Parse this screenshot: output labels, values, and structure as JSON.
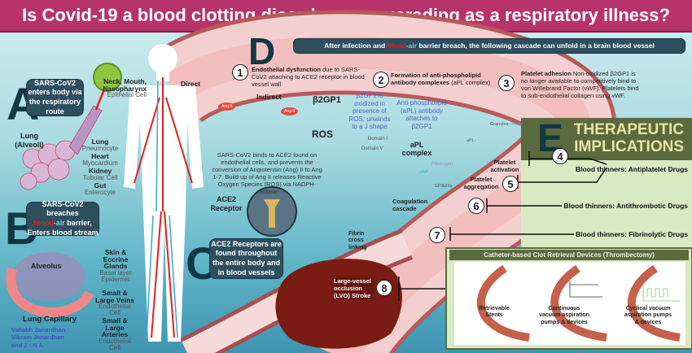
{
  "title": "Is Covid-19 a blood clotting disorder masquerading as a respiratory illness?",
  "panels": {
    "A": {
      "letter": "A",
      "text": "SARS-CoV2 enters body via the respiratory route",
      "lung_label": "Lung (Alveoli)"
    },
    "B": {
      "letter": "B",
      "text_1": "SARS-CoV2 breaches",
      "text_blood": "blood",
      "text_air": "-air",
      "text_2": " barrier,",
      "text_3": "Enters blood stream",
      "alveolus": "Alveolus",
      "capillary": "Lung Capillary"
    },
    "C": {
      "letter": "C",
      "text": "ACE2 Receptors are found throughout the entire body and in blood vessels",
      "receptor_label": "ACE2 Receptor",
      "binding_text": "SARS-CoV2 binds to ACE2 found on endothelial cells, and prevents the conversion of Angiotensin (Ang) II to Ang 1-7. Build up of Ang II releases Reactive Oxygen Species (ROS) via NADPH-oxidase"
    },
    "D": {
      "letter": "D",
      "header_1": "After infection and ",
      "header_blood": "blood",
      "header_air": "-air",
      "header_2": " barrier breach, the following cascade can unfold in a brain blood vessel"
    },
    "E": {
      "letter": "E",
      "title_1": "THERAPEUTIC",
      "title_2": "IMPLICATIONS"
    }
  },
  "body_sites": [
    {
      "name": "Neck, Mouth, Nasopharynx",
      "cell": "Epithelial Cell"
    },
    {
      "name": "Lung",
      "cell": "Pneumocyte"
    },
    {
      "name": "Heart",
      "cell": "Myocardium"
    },
    {
      "name": "Kidney",
      "cell": "Tubular Cell"
    },
    {
      "name": "Gut",
      "cell": "Enterocyte"
    },
    {
      "name": "Skin & Eccrine Glands",
      "cell": "Basal layer Epidermis"
    },
    {
      "name": "Small & Large Veins",
      "cell": "Endothelial Cell"
    },
    {
      "name": "Small & Large Arteries",
      "cell": "Endothelial Cell"
    }
  ],
  "authors": [
    "Vallabh Janardhan",
    "Vikram Janardhan",
    "and",
    "ZINA"
  ],
  "steps": [
    {
      "n": "1",
      "bold": "Endothelial dysfunction",
      "text": " due to SARS-CoV2 attaching to ACE2 receptor in blood vessel wall"
    },
    {
      "n": "2",
      "bold": "Formation of anti-phospholipid antibody complexes",
      "text": " (aPL complex)"
    },
    {
      "n": "3",
      "bold": "Platelet adhesion",
      "text": " Non-oxidized β2GP1 is no longer available to competitively bind to von Willebrand Factor (vWF). Platelets bind to sub-endothelial collagen using vWF."
    },
    {
      "n": "4",
      "label": "Platelet activation"
    },
    {
      "n": "5",
      "label": "Platelet aggregation"
    },
    {
      "n": "6",
      "label": "Coagulation cascade"
    },
    {
      "n": "7",
      "label": "Fibrin cross linking"
    },
    {
      "n": "8",
      "label": "Large-vessel occlusion (LVO) Stroke"
    }
  ],
  "vessel_labels": {
    "direct": "Direct",
    "indirect": "Indirect",
    "ang": "Ang II",
    "b2gp1": "β2GP1",
    "b2gp1_note": "β2GP1 is oxidized in presence of ROS; unwinds to a J shape",
    "apl_note": "Anti-phospholipid (aPL) antibody attaches to β2GP1",
    "ros": "ROS",
    "apl_complex": "aPL complex",
    "domain1": "Domain I",
    "domain5": "Domain V",
    "granules": "Granules:",
    "dense": "dense",
    "apl": "aPL",
    "fibrinogen": "Fibrinogen",
    "vwf": "vWF",
    "gp": "GPIIb/IIIa"
  },
  "therapies": [
    "Blood thinners: Antiplatelet Drugs",
    "Blood thinners: Antithrombotic Drugs",
    "Blood thinners: Fibrinolytic Drugs"
  ],
  "thrombectomy": {
    "title": "Catheter-based Clot Retrieval Devices (Thrombectomy)",
    "devices": [
      "Retrievable Stents",
      "Continuous vacuum aspiration pumps & devices",
      "Cyclical vacuum aspiration pumps & devices"
    ]
  },
  "colors": {
    "title_bg": "#b8336a",
    "panel_dark": "#2e4f5e",
    "therapy_header": "#5b6a3c",
    "therapy_bg": "#d7eac3",
    "vessel": "#f2c4c4"
  }
}
